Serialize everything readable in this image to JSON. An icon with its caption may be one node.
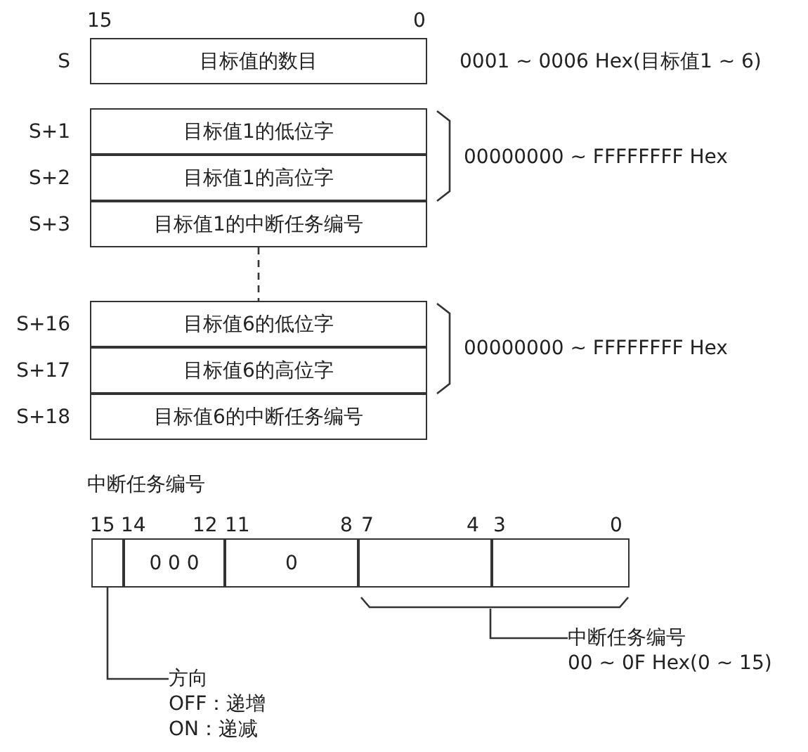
{
  "diagram": {
    "nodes": [
      {
        "text": [
          "目标值的数目"
        ],
        "beside": [
          "S",
          "0001 ~ 0006 Hex(目标值1 ~ 6)"
        ]
      },
      {
        "text": [
          "目标值1的低位字"
        ],
        "beside": [
          "S+1"
        ]
      },
      {
        "text": [
          "目标值1的高位字"
        ],
        "beside": [
          "S+2"
        ]
      },
      {
        "text": [
          "目标值1的中断任务编号"
        ],
        "beside": [
          "S+3"
        ]
      },
      {
        "text": [
          "目标值6的低位字"
        ],
        "beside": [
          "S+16"
        ]
      },
      {
        "text": [
          "目标值6的高位字"
        ],
        "beside": [
          "S+17"
        ]
      },
      {
        "text": [
          "目标值6的中断任务编号"
        ],
        "beside": [
          "S+18"
        ]
      },
      {
        "text": [],
        "shape": "box"
      },
      {
        "text": [
          "0 0 0"
        ]
      },
      {
        "text": [
          "0"
        ]
      },
      {
        "text": [],
        "shape": "box"
      },
      {
        "text": [],
        "shape": "box"
      },
      {
        "text": [
          "方向",
          "OFF：递增",
          "ON：递减"
        ]
      },
      {
        "text": [
          "中断任务编号",
          "00 ~ 0F Hex(0 ~ 15)"
        ]
      }
    ],
    "edges": [
      {
        "from": 12,
        "to": 7,
        "arrow": "none"
      },
      {
        "from": 13,
        "to": null,
        "arrow": "none"
      },
      {
        "from": 3,
        "to": 4,
        "arrow": "none",
        "style": "dashed"
      }
    ],
    "labels": [
      "15",
      "0",
      "00000000 ~ FFFFFFFF Hex",
      "00000000 ~ FFFFFFFF Hex",
      "中断任务编号",
      "15",
      "14",
      "12",
      "11",
      "8",
      "7",
      "4",
      "3",
      "0"
    ]
  }
}
